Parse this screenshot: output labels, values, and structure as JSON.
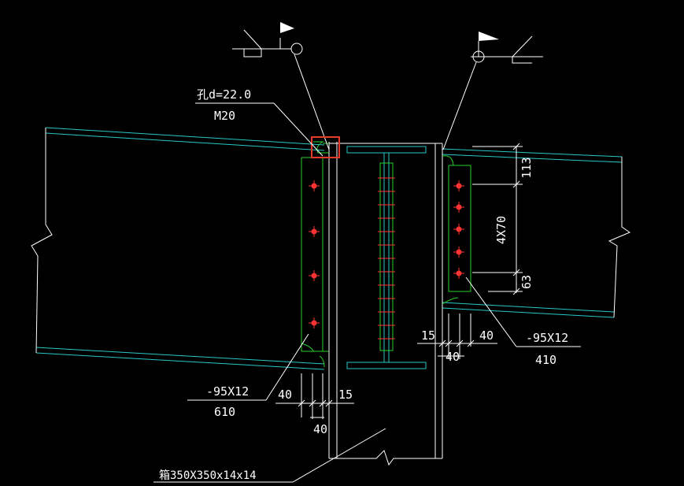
{
  "labels": {
    "hole_callout": "孔d=22.0",
    "bolt_spec": "M20",
    "left_plate_spec": "-95X12",
    "left_plate_length": "610",
    "right_plate_spec": "-95X12",
    "right_plate_length": "410",
    "box_column": "箱350X350x14x14",
    "dim_113": "113",
    "dim_4x70": "4X70",
    "dim_63": "63",
    "dim_15_right": "15",
    "dim_40_right_top": "40",
    "dim_40_right_bottom": "40",
    "dim_40_left_top": "40",
    "dim_15_left": "15",
    "dim_40_left_bottom": "40"
  },
  "colors": {
    "background": "#000000",
    "line": "#ffffff",
    "beam": "#28c8c8",
    "plate": "#2ad12a",
    "bolt": "#ff3333",
    "highlight": "#e83a2a"
  }
}
